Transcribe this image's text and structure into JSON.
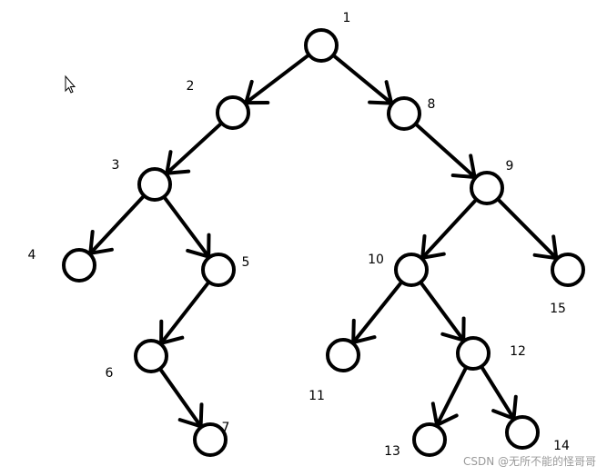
{
  "diagram": {
    "type": "tree",
    "stroke_color": "#000000",
    "background_color": "#ffffff",
    "nodes": [
      {
        "id": 1,
        "label": "1"
      },
      {
        "id": 2,
        "label": "2"
      },
      {
        "id": 3,
        "label": "3"
      },
      {
        "id": 4,
        "label": "4"
      },
      {
        "id": 5,
        "label": "5"
      },
      {
        "id": 6,
        "label": "6"
      },
      {
        "id": 7,
        "label": "7"
      },
      {
        "id": 8,
        "label": "8"
      },
      {
        "id": 9,
        "label": "9"
      },
      {
        "id": 10,
        "label": "10"
      },
      {
        "id": 11,
        "label": "11"
      },
      {
        "id": 12,
        "label": "12"
      },
      {
        "id": 13,
        "label": "13"
      },
      {
        "id": 14,
        "label": "14"
      },
      {
        "id": 15,
        "label": "15"
      }
    ],
    "edges": [
      {
        "from": 1,
        "to": 2
      },
      {
        "from": 1,
        "to": 8
      },
      {
        "from": 2,
        "to": 3
      },
      {
        "from": 3,
        "to": 4
      },
      {
        "from": 3,
        "to": 5
      },
      {
        "from": 5,
        "to": 6
      },
      {
        "from": 6,
        "to": 7
      },
      {
        "from": 8,
        "to": 9
      },
      {
        "from": 9,
        "to": 10
      },
      {
        "from": 9,
        "to": 15
      },
      {
        "from": 10,
        "to": 11
      },
      {
        "from": 10,
        "to": 12
      },
      {
        "from": 12,
        "to": 13
      },
      {
        "from": 12,
        "to": 14
      }
    ]
  },
  "watermark": {
    "text": "CSDN @无所不能的怪哥哥"
  },
  "icons": {
    "cursor": "mouse-pointer-icon"
  }
}
